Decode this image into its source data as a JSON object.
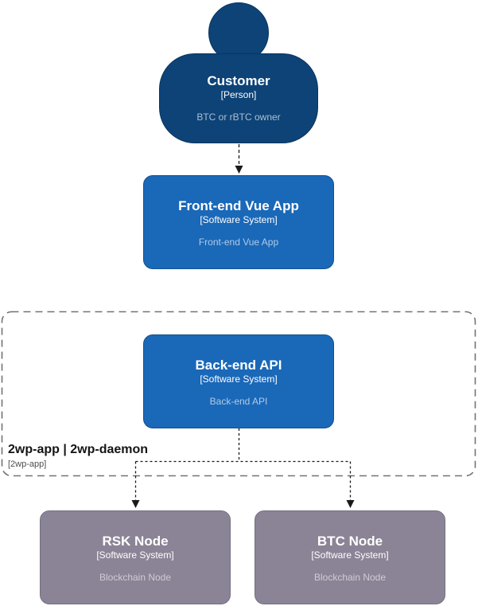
{
  "diagram": {
    "nodes": {
      "customer": {
        "title": "Customer",
        "type": "[Person]",
        "description": "BTC or rBTC owner"
      },
      "frontend": {
        "title": "Front-end Vue App",
        "type": "[Software System]",
        "description": "Front-end Vue App"
      },
      "backend": {
        "title": "Back-end API",
        "type": "[Software System]",
        "description": "Back-end API"
      },
      "rsk_node": {
        "title": "RSK Node",
        "type": "[Software System]",
        "description": "Blockchain Node"
      },
      "btc_node": {
        "title": "BTC Node",
        "type": "[Software System]",
        "description": "Blockchain Node"
      }
    },
    "boundary": {
      "title": "2wp-app | 2wp-daemon",
      "subtitle": "[2wp-app]"
    },
    "colors": {
      "person_fill": "#0d4377",
      "person_border": "#0a355f",
      "system_fill": "#1a68b8",
      "system_border": "#11518f",
      "blockchain_node_fill": "#8b8496",
      "blockchain_node_border": "#766f82",
      "boundary_stroke": "#737373",
      "connector_stroke": "#1a1a1a",
      "background": "#ffffff"
    }
  }
}
